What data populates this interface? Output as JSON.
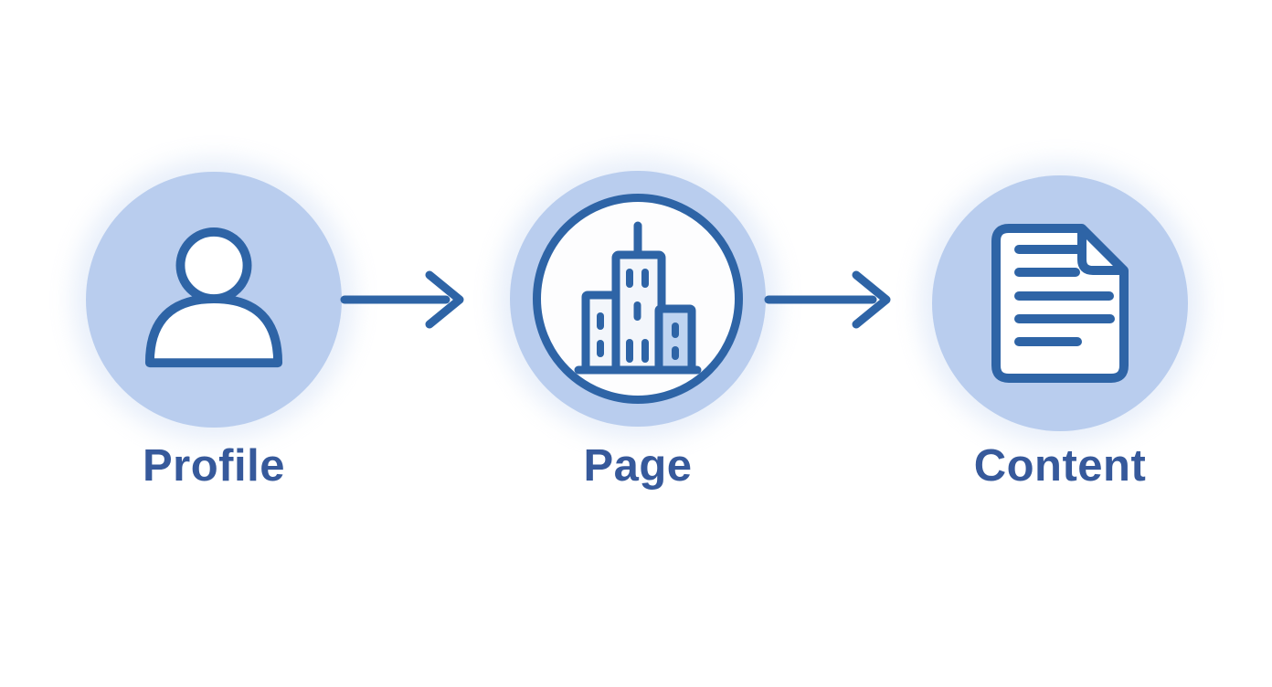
{
  "diagram": {
    "type": "flow",
    "direction": "left-to-right",
    "nodes": [
      {
        "label": "Profile",
        "icon": "person-icon",
        "shape": "circle"
      },
      {
        "label": "Page",
        "icon": "building-icon",
        "shape": "circle-with-ring"
      },
      {
        "label": "Content",
        "icon": "document-icon",
        "shape": "circle"
      }
    ],
    "connectors": [
      {
        "from": "Profile",
        "to": "Page",
        "style": "arrow-right"
      },
      {
        "from": "Page",
        "to": "Content",
        "style": "arrow-right"
      }
    ],
    "colors": {
      "background": "#ffffff",
      "node_fill": "#b9cdee",
      "stroke": "#2e64a6",
      "label": "#36599b",
      "inner_circle_fill": "#fdfdfe",
      "building_fill_light": "#f3f6fb",
      "building_fill_blue": "#bfd4f1"
    }
  }
}
